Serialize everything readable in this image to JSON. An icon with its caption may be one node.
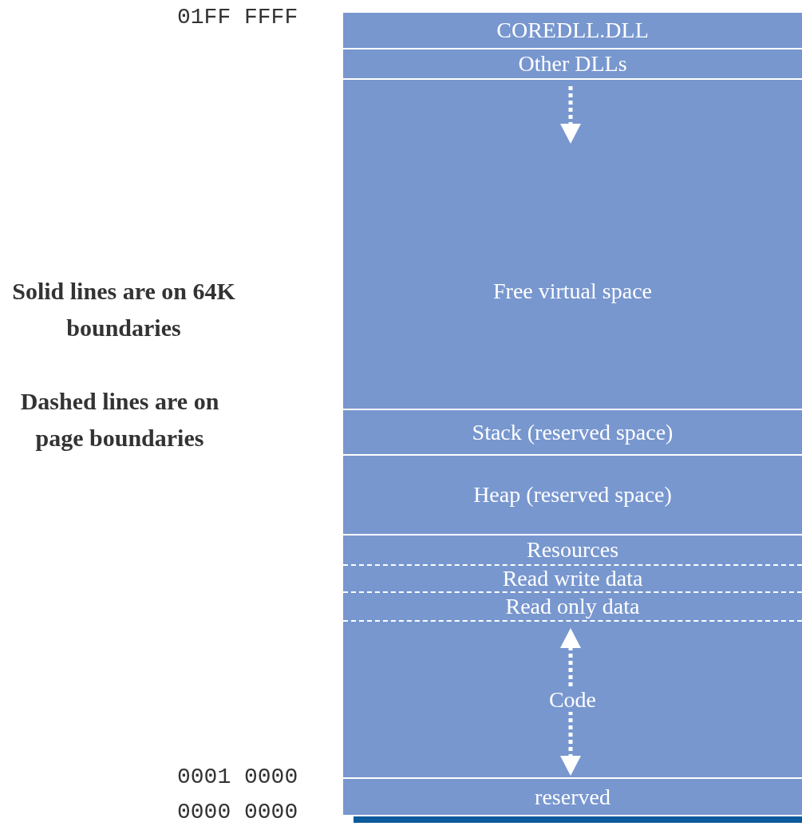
{
  "diagram": {
    "nodes": [
      {
        "text": [
          "COREDLL.DLL"
        ]
      },
      {
        "text": [
          "Other DLLs"
        ]
      },
      {
        "text": [
          "Free virtual space"
        ]
      },
      {
        "text": [
          "Stack (reserved space)"
        ]
      },
      {
        "text": [
          "Heap (reserved space)"
        ]
      },
      {
        "text": [
          "Resources"
        ]
      },
      {
        "text": [
          "Read write data"
        ]
      },
      {
        "text": [
          "Read only data"
        ]
      },
      {
        "text": [
          "Code"
        ]
      },
      {
        "text": [
          "reserved"
        ]
      }
    ],
    "labels": [
      "01FF FFFF",
      "Solid lines are on 64K boundaries",
      "Dashed lines are on page boundaries",
      "0001 0000",
      "0000 0000"
    ]
  }
}
